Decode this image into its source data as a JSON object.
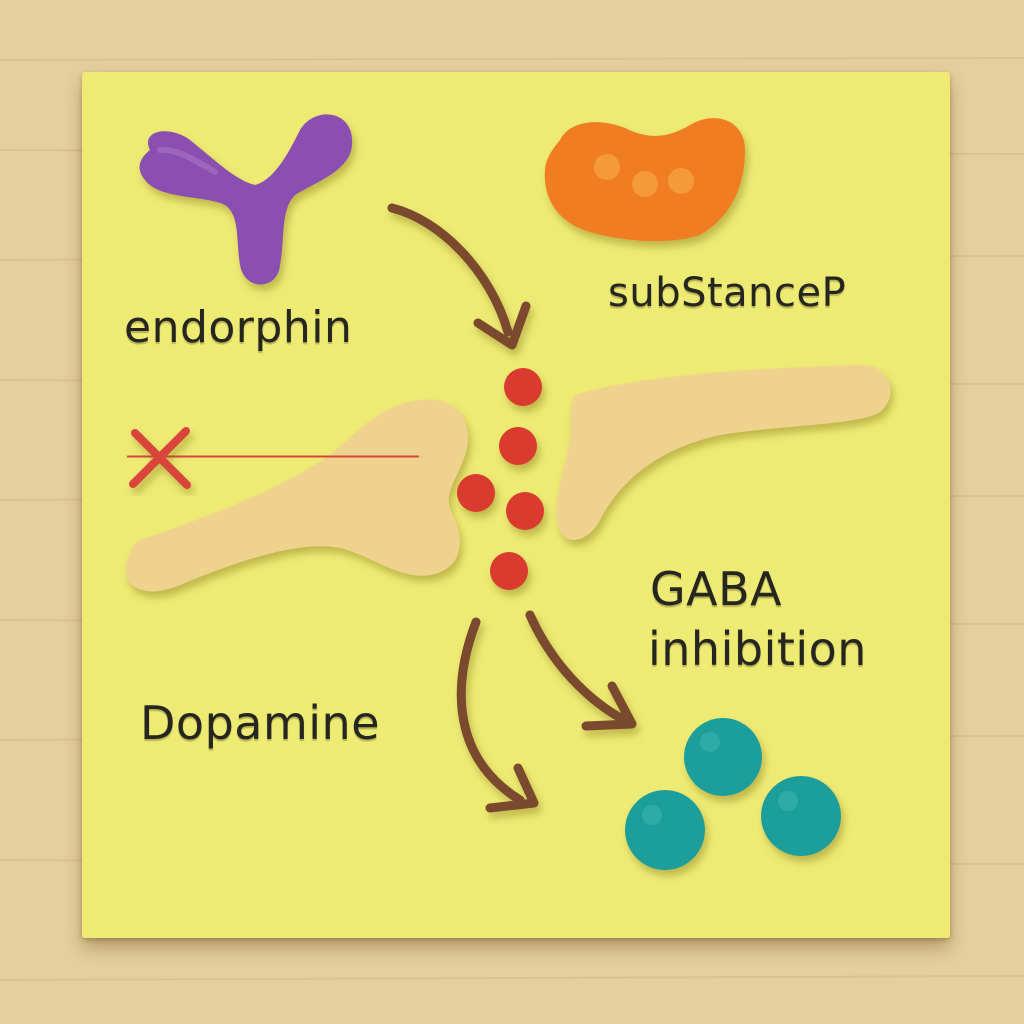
{
  "labels": {
    "endorphin": "endorphin",
    "substance_p": "subStanceP",
    "gaba_line1": "GABA",
    "gaba_line2": "inhibition",
    "dopamine": "Dopamine"
  },
  "colors": {
    "board": "#eeeb74",
    "wood": "#e6cf9e",
    "endorphin": "#8a4fb0",
    "substance_p": "#f07d22",
    "neuron": "#f0d28f",
    "neurotransmitter": "#d93a2d",
    "gaba": "#1f9f9a",
    "arrow": "#7a4a2e",
    "inhibition_line": "#d9443a"
  }
}
